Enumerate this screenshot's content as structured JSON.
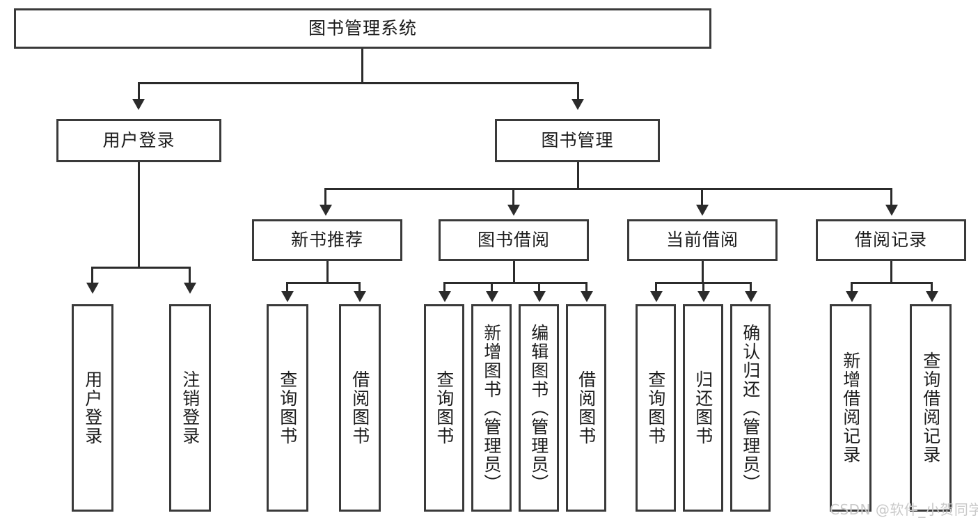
{
  "diagram": {
    "type": "tree-hierarchy-diagram",
    "title_node": {
      "label": "图书管理系统"
    },
    "level2": [
      {
        "id": "user-login",
        "label": "用户登录"
      },
      {
        "id": "book-management",
        "label": "图书管理"
      }
    ],
    "level3": [
      {
        "id": "new-book-recommend",
        "label": "新书推荐",
        "parent": "book-management"
      },
      {
        "id": "book-borrow",
        "label": "图书借阅",
        "parent": "book-management"
      },
      {
        "id": "current-borrow",
        "label": "当前借阅",
        "parent": "book-management"
      },
      {
        "id": "borrow-record",
        "label": "借阅记录",
        "parent": "book-management"
      }
    ],
    "leaves": {
      "user_login": [
        {
          "id": "leaf-user-login",
          "label": "用户登录"
        },
        {
          "id": "leaf-user-logout",
          "label": "注销登录"
        }
      ],
      "new_book_recommend": [
        {
          "id": "leaf-query-book-1",
          "label": "查询图书"
        },
        {
          "id": "leaf-borrow-book-1",
          "label": "借阅图书"
        }
      ],
      "book_borrow": [
        {
          "id": "leaf-query-book-2",
          "label": "查询图书"
        },
        {
          "id": "leaf-add-book",
          "label": "新增图书（管理员）"
        },
        {
          "id": "leaf-edit-book",
          "label": "编辑图书（管理员）"
        },
        {
          "id": "leaf-borrow-book-2",
          "label": "借阅图书"
        }
      ],
      "current_borrow": [
        {
          "id": "leaf-query-book-3",
          "label": "查询图书"
        },
        {
          "id": "leaf-return-book",
          "label": "归还图书"
        },
        {
          "id": "leaf-confirm-return",
          "label": "确认归还（管理员）"
        }
      ],
      "borrow_record": [
        {
          "id": "leaf-add-record",
          "label": "新增借阅记录"
        },
        {
          "id": "leaf-query-record",
          "label": "查询借阅记录"
        }
      ]
    },
    "colors": {
      "border": "#3a3a3a",
      "connector": "#2b2b2b",
      "text": "#1c1c1c",
      "background": "#ffffff",
      "watermark": "#c9c9c9"
    }
  },
  "watermark": {
    "text": "CSDN @软件_小贺同学"
  }
}
